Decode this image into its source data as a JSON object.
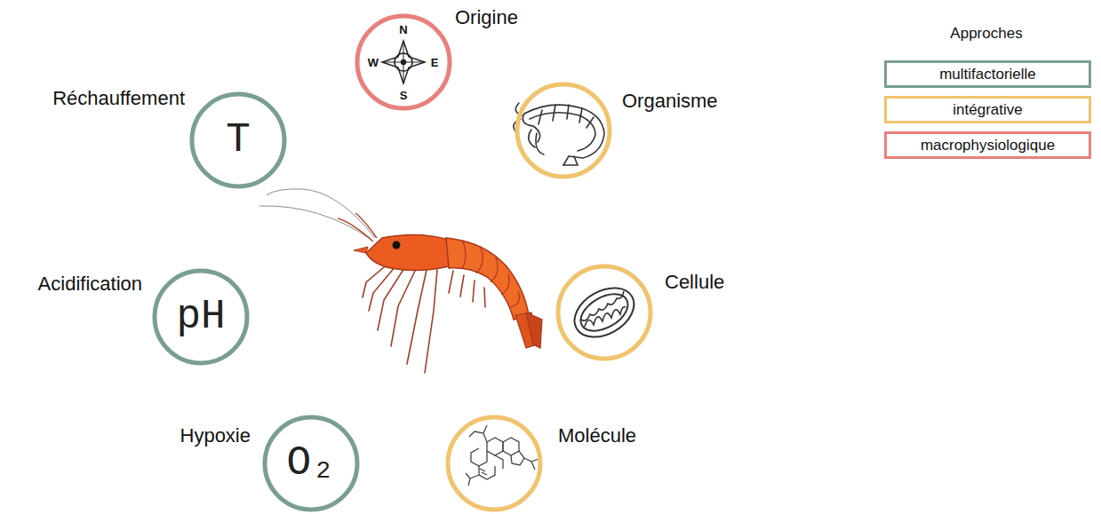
{
  "diagram": {
    "nodes": [
      {
        "text": [
          "Origine"
        ]
      },
      {
        "text": [
          "Organisme"
        ]
      },
      {
        "text": [
          "Cellule"
        ]
      },
      {
        "text": [
          "Molécule"
        ]
      },
      {
        "text": [
          "Hypoxie",
          "O₂"
        ]
      },
      {
        "text": [
          "Acidification",
          "pH"
        ]
      },
      {
        "text": [
          "Réchauffement",
          "T"
        ]
      }
    ],
    "labels": [
      "Approches",
      "N",
      "W",
      "E",
      "S"
    ],
    "legend": [
      {
        "text": "multifactorielle",
        "color": "#7a9e93"
      },
      {
        "text": "intégrative",
        "color": "#f0c36d"
      },
      {
        "text": "macrophysiologique",
        "color": "#e8807d"
      }
    ]
  }
}
